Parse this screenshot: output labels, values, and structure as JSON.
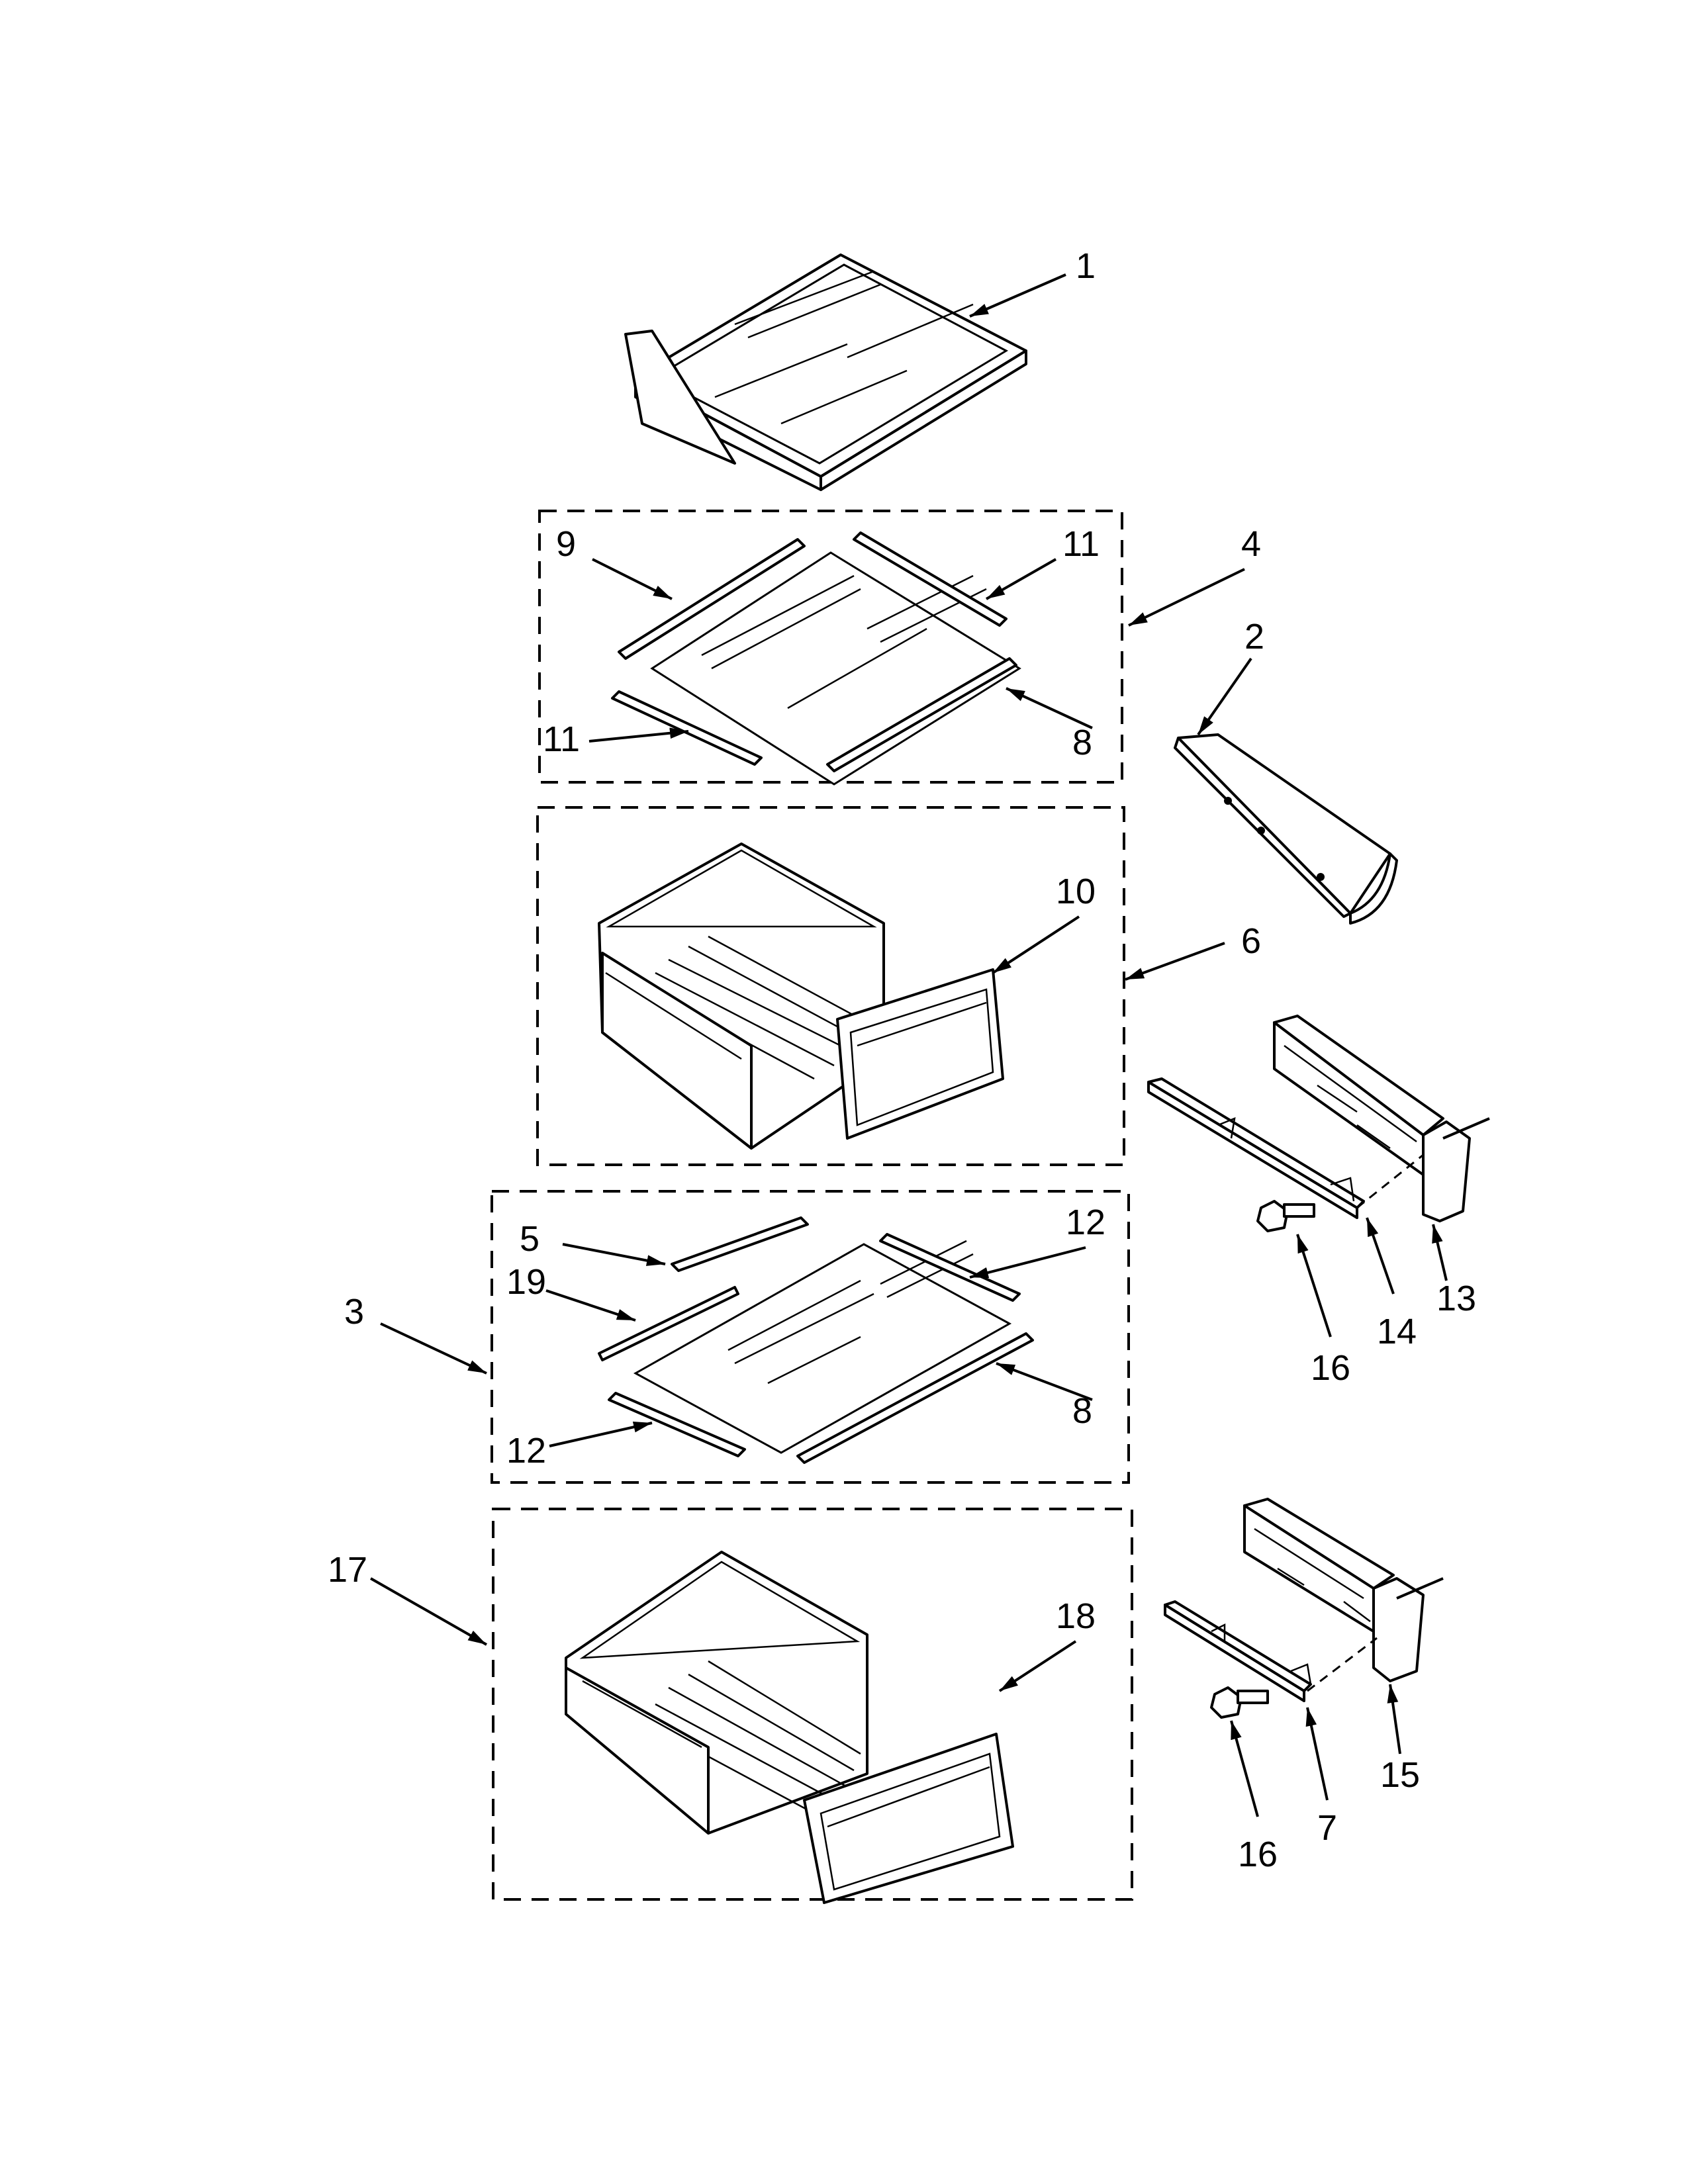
{
  "diagram": {
    "callouts": [
      {
        "id": "c1",
        "label": "1"
      },
      {
        "id": "c2",
        "label": "2"
      },
      {
        "id": "c3",
        "label": "3"
      },
      {
        "id": "c4",
        "label": "4"
      },
      {
        "id": "c5",
        "label": "5"
      },
      {
        "id": "c6",
        "label": "6"
      },
      {
        "id": "c7",
        "label": "7"
      },
      {
        "id": "c8a",
        "label": "8"
      },
      {
        "id": "c8b",
        "label": "8"
      },
      {
        "id": "c9",
        "label": "9"
      },
      {
        "id": "c10",
        "label": "10"
      },
      {
        "id": "c11a",
        "label": "11"
      },
      {
        "id": "c11b",
        "label": "11"
      },
      {
        "id": "c12a",
        "label": "12"
      },
      {
        "id": "c12b",
        "label": "12"
      },
      {
        "id": "c13",
        "label": "13"
      },
      {
        "id": "c14",
        "label": "14"
      },
      {
        "id": "c15",
        "label": "15"
      },
      {
        "id": "c16a",
        "label": "16"
      },
      {
        "id": "c16b",
        "label": "16"
      },
      {
        "id": "c17",
        "label": "17"
      },
      {
        "id": "c18",
        "label": "18"
      },
      {
        "id": "c19",
        "label": "19"
      }
    ]
  }
}
